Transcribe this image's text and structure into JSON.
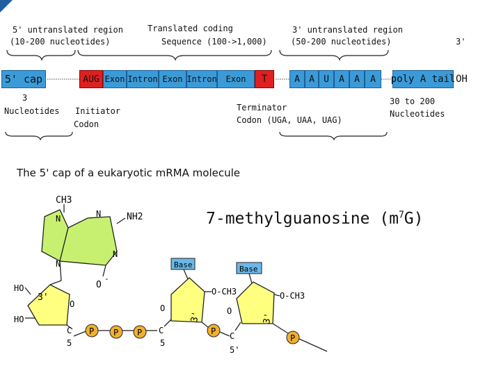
{
  "gene_structure": {
    "utr5_label": [
      "5' untranslated region",
      "(10-200 nucleotides)"
    ],
    "coding_label": [
      "Translated coding",
      "Sequence (100->1,000)"
    ],
    "utr3_label": [
      "3' untranslated region",
      "(50-200 nucleotides)"
    ],
    "three_prime_end": "3'",
    "cap_box": "5' cap",
    "aug_box": "AUG",
    "segments": [
      "Exon",
      "Intron",
      "Exon",
      "Intron",
      "Exon"
    ],
    "terminator_box": "T",
    "nucleotides": [
      "A",
      "A",
      "U",
      "A",
      "A",
      "A"
    ],
    "poly_a_box": "poly A tail",
    "oh_end": "OH",
    "cap_note": [
      "3",
      "Nucleotides"
    ],
    "initiator_note": [
      "Initiator",
      "Codon"
    ],
    "terminator_note": [
      "Terminator",
      "Codon (UGA, UAA, UAG)"
    ],
    "poly_a_note": [
      "30 to 200",
      "Nucleotides"
    ]
  },
  "cap_structure": {
    "title": "The 5' cap of a eukaryotic mRMA molecule",
    "main_label": "7-methylguanosine (m",
    "main_label_sup": "7",
    "main_label_end": "G)",
    "ch3_top": "CH3",
    "nh2": "NH2",
    "n_label": "N",
    "o_minus": "O",
    "minus": "-",
    "ho": "HO",
    "three_prime": "3'",
    "o": "O",
    "c5": "C",
    "five": "5",
    "five_prime": "5'",
    "three": "3'",
    "phosphate": "P",
    "base": "Base",
    "o_ch3": "O-CH3",
    "colors": {
      "ring": "#ffff80",
      "purine": "#c8f070",
      "phosphate": "#f0b030",
      "base_box": "#6ab8e8"
    }
  }
}
